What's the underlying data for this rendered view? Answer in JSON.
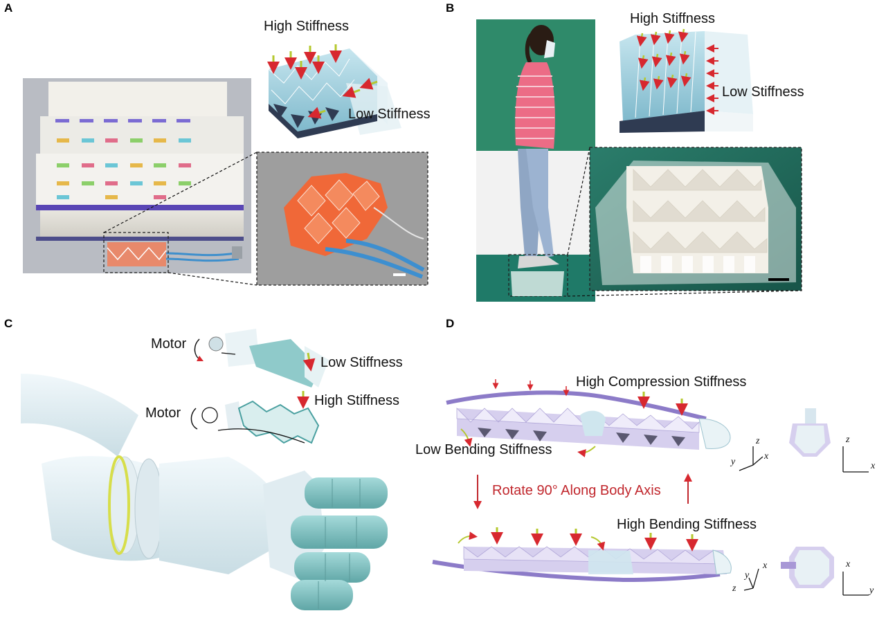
{
  "panels": {
    "A": {
      "label": "A",
      "high_stiffness": "High Stiffness",
      "low_stiffness": "Low Stiffness"
    },
    "B": {
      "label": "B",
      "high_stiffness": "High Stiffness",
      "low_stiffness": "Low Stiffness"
    },
    "C": {
      "label": "C",
      "motor_top": "Motor",
      "motor_bottom": "Motor",
      "low_stiffness": "Low Stiffness",
      "high_stiffness": "High Stiffness"
    },
    "D": {
      "label": "D",
      "high_compression": "High Compression Stiffness",
      "low_bending": "Low Bending Stiffness",
      "rotate": "Rotate 90° Along Body Axis",
      "high_bending": "High Bending Stiffness",
      "axes_top_left": {
        "z": "z",
        "y": "y",
        "x": "x"
      },
      "axes_top_right": {
        "z": "z",
        "x": "x"
      },
      "axes_bottom_left": {
        "x": "x",
        "y": "y",
        "z": "z"
      },
      "axes_bottom_right": {
        "x": "x",
        "y": "y"
      }
    }
  },
  "colors": {
    "origami_blue": "#a9d6e5",
    "origami_dark": "#2f3b52",
    "orange_origami": "#f2673a",
    "green_bg": "#1d5f52",
    "purple_rod": "#8c7bc8",
    "arrow_red": "#d7282f",
    "arrow_green": "#b5c82e",
    "teal_finger": "#7fc3c3"
  }
}
